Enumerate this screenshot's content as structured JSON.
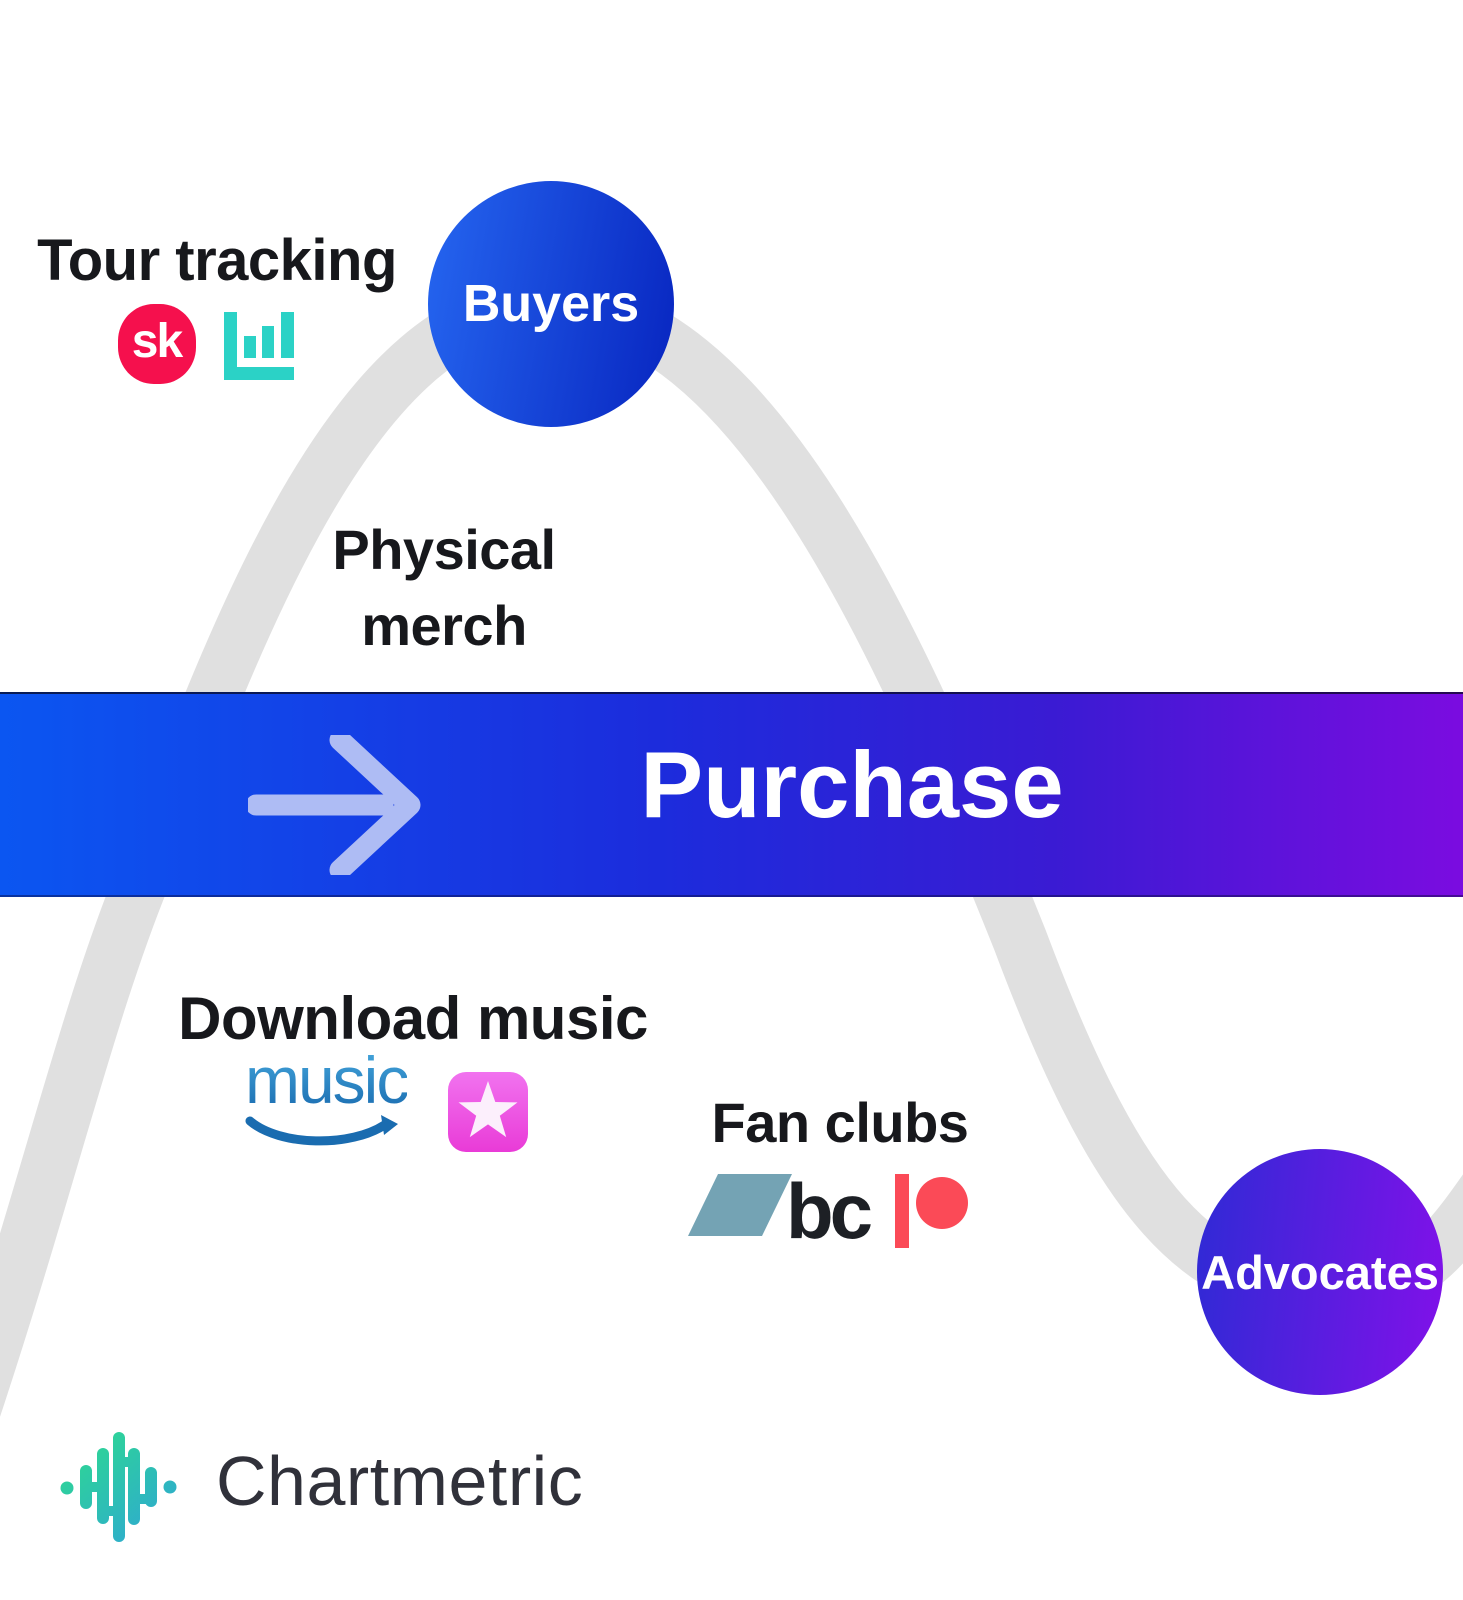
{
  "diagram": {
    "title_context": "Music fan purchase-funnel diagram"
  },
  "banner": {
    "label": "Purchase"
  },
  "nodes": {
    "buyers": {
      "label": "Buyers"
    },
    "advocates": {
      "label": "Advocates"
    }
  },
  "sections": {
    "tour_tracking": {
      "label": "Tour tracking",
      "logos": [
        "songkick",
        "bandsintown"
      ],
      "songkick_monogram": "sk"
    },
    "physical_merch": {
      "label": "Physical merch",
      "line1": "Physical",
      "line2": "merch"
    },
    "download_music": {
      "label": "Download music",
      "logos": [
        "amazon-music",
        "apple-music"
      ],
      "amazon_word": "music"
    },
    "fan_clubs": {
      "label": "Fan clubs",
      "logos": [
        "bandcamp",
        "patreon"
      ],
      "bandcamp_monogram": "bc"
    }
  },
  "brand": {
    "name": "Chartmetric"
  },
  "colors": {
    "bg": "#ffffff",
    "curve": "#e0e0e0",
    "text_dark": "#17181c",
    "banner_g1": "#0b56f1",
    "banner_g2": "#1c2cdc",
    "banner_g3": "#3a1bd3",
    "banner_g4": "#7b0ce0",
    "banner_text": "#ffffff",
    "arrow": "#aebcf4",
    "buyers_g1": "#2463ee",
    "buyers_g2": "#0928c2",
    "advocates_g1": "#3329d6",
    "advocates_g2": "#7d12e8",
    "node_text": "#ffffff",
    "tile_bg": "#ffffff",
    "songkick_pink": "#f5104d",
    "bandsintown_teal": "#2bd2c6",
    "amazon_blue_top": "#46a8dd",
    "amazon_blue_bottom": "#1a6cb0",
    "apple_g1": "#f173ef",
    "apple_g2": "#e93bd7",
    "apple_star": "#fceffc",
    "bandcamp_teal": "#74a3b4",
    "bandcamp_text": "#1d2025",
    "patreon_coral": "#fb4a57",
    "brand_text": "#30313a",
    "cm_green": "#2ee087",
    "cm_blue": "#2f9ae6"
  }
}
